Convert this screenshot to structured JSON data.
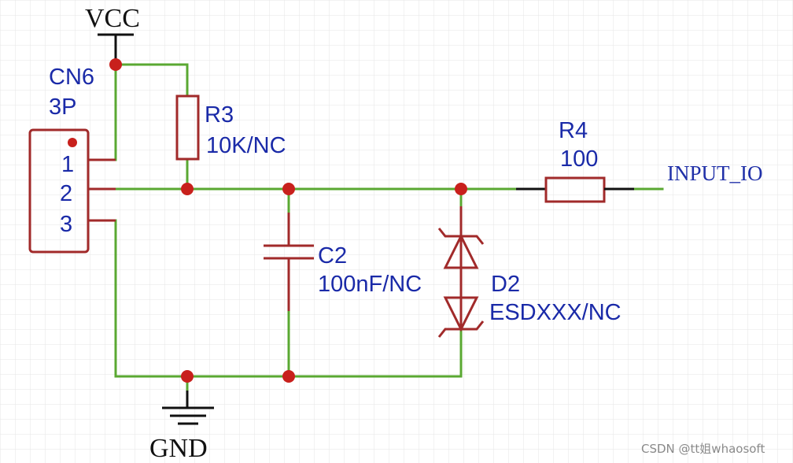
{
  "power": {
    "vcc": "VCC",
    "gnd": "GND"
  },
  "connector": {
    "ref": "CN6",
    "value": "3P",
    "pins": [
      "1",
      "2",
      "3"
    ]
  },
  "resistor_pullup": {
    "ref": "R3",
    "value": "10K/NC"
  },
  "resistor_series": {
    "ref": "R4",
    "value": "100"
  },
  "capacitor": {
    "ref": "C2",
    "value": "100nF/NC"
  },
  "diode": {
    "ref": "D2",
    "value": "ESDXXX/NC"
  },
  "net_label": "INPUT_IO",
  "watermark": "CSDN @tt姐whaosoft",
  "colors": {
    "wire": "#5aa832",
    "component": "#a12a2a",
    "junction": "#c8201c",
    "label": "#1a2aa8",
    "grid": "#e4e4e4"
  }
}
